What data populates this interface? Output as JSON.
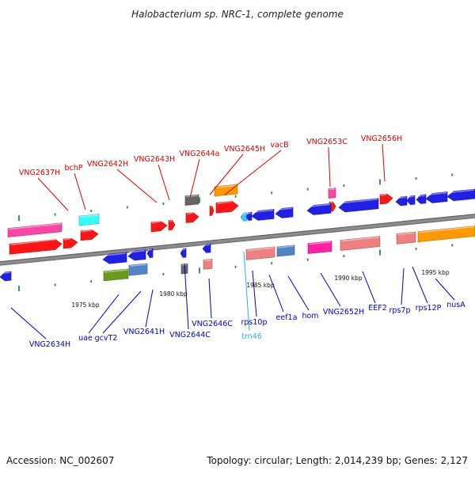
{
  "title": "Halobacterium sp. NRC-1, complete genome",
  "accession_text": "Accession: NC_002607",
  "summary_text": "Topology: circular; Length: 2,014,239 bp; Genes: 2,127",
  "colors": {
    "label_top": "#d80000",
    "label_bottom": "#0000c0",
    "label_trna": "#33aadd",
    "backbone": "#8c8c8c",
    "tick": "#2a8a2a"
  },
  "scale_labels": [
    "1975 kbp",
    "1980 kbp",
    "1985 kbp",
    "1990 kbp",
    "1995 kbp"
  ],
  "top_labels": [
    "VNG2637H",
    "bchP",
    "VNG2642H",
    "VNG2643H",
    "VNG2644a",
    "VNG2645H",
    "vacB",
    "VNG2653C",
    "VNG2656H"
  ],
  "bottom_labels": [
    "VNG2634H",
    "uae",
    "gcvT2",
    "VNG2641H",
    "VNG2644C",
    "VNG2646C",
    "rps10p",
    "trn46",
    "eef1a",
    "hom",
    "VNG2652H",
    "EEF2",
    "rps7p",
    "rps12P",
    "nusA"
  ]
}
